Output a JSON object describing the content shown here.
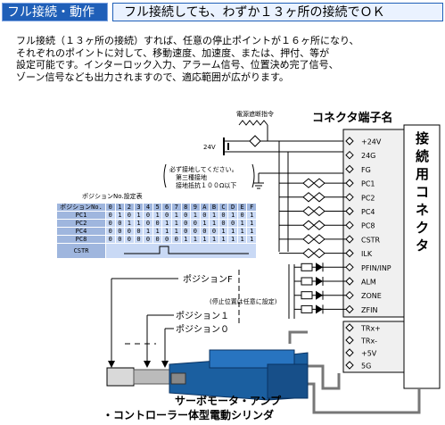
{
  "header": {
    "tab_label": "フル接続・動作",
    "title": "フル接続しても、わずか１３ヶ所の接続でＯＫ"
  },
  "intro_text": "フル接続（１３ヶ所の接続）すれば、任意の停止ポイントが１６ヶ所になり、\nそれぞれのポイントに対して、移動速度、加速度、または、押付、等が\n設定可能です。インターロック入力、アラーム信号、位置決め完了信号、\nゾーン信号なども出力されますので、適応範囲が広がります。",
  "diagram": {
    "connector_title": "コネクタ端子名",
    "vertical_label": [
      "接",
      "続",
      "用",
      "コ",
      "ネ",
      "ク",
      "タ"
    ],
    "emergency_label": "電源遮断指令",
    "voltage_24v": "24V",
    "ground_note": [
      "必ず接地してください。",
      "第三種接地",
      "接地抵抗１００Ω以下"
    ],
    "pins_upper": [
      "+24V",
      "24G",
      "FG",
      "PC1",
      "PC2",
      "PC4",
      "PC8",
      "CSTR",
      "ILK",
      "PFIN/INP",
      "ALM",
      "ZONE",
      "ZFIN"
    ],
    "pins_lower": [
      "TRx+",
      "TRx-",
      "+5V",
      "5G"
    ],
    "position_F": "ポジションF",
    "stop_note": "(停止位置は任意に設定)",
    "position_1": "ポジション１",
    "position_0": "ポジション０",
    "caption_line1": "サーボモータ・アンプ",
    "caption_line2": "・コントローラー体型電動シリンダ",
    "accent_color": "#1f5fb8",
    "actuator_color": "#1b5fa0",
    "table": {
      "title": "ポジションNo.設定表",
      "header": [
        "ポジションNo.",
        "0",
        "1",
        "2",
        "3",
        "4",
        "5",
        "6",
        "7",
        "8",
        "9",
        "A",
        "B",
        "C",
        "D",
        "E",
        "F"
      ],
      "rows": [
        {
          "label": "PC1",
          "cells": [
            "0",
            "1",
            "0",
            "1",
            "0",
            "1",
            "0",
            "1",
            "0",
            "1",
            "0",
            "1",
            "0",
            "1",
            "0",
            "1"
          ]
        },
        {
          "label": "PC2",
          "cells": [
            "0",
            "0",
            "1",
            "1",
            "0",
            "0",
            "1",
            "1",
            "0",
            "0",
            "1",
            "1",
            "0",
            "0",
            "1",
            "1"
          ]
        },
        {
          "label": "PC4",
          "cells": [
            "0",
            "0",
            "0",
            "0",
            "1",
            "1",
            "1",
            "1",
            "0",
            "0",
            "0",
            "0",
            "1",
            "1",
            "1",
            "1"
          ]
        },
        {
          "label": "PC8",
          "cells": [
            "0",
            "0",
            "0",
            "0",
            "0",
            "0",
            "0",
            "0",
            "1",
            "1",
            "1",
            "1",
            "1",
            "1",
            "1",
            "1"
          ]
        }
      ],
      "cstr_label": "CSTR"
    }
  }
}
